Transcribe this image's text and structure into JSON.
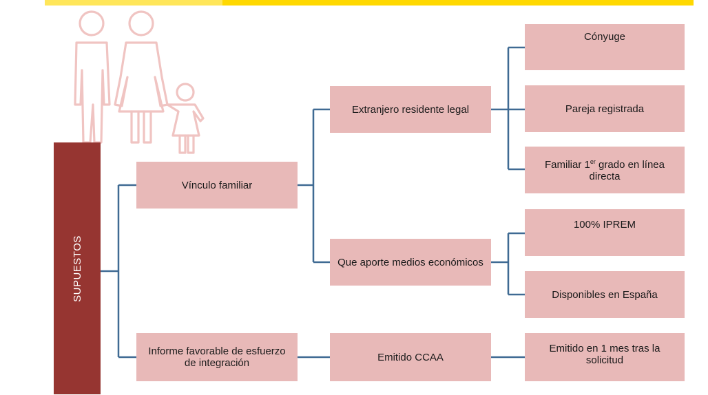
{
  "side_label": "SUPUESTOS",
  "nodes": {
    "vinculo": "Vínculo familiar",
    "informe": "Informe favorable de esfuerzo de integración",
    "extranjero": "Extranjero residente legal",
    "medios": "Que aporte medios económicos",
    "emitido_ccaa": "Emitido CCAA",
    "conyuge": "Cónyuge",
    "pareja": "Pareja registrada",
    "familiar_pre": "Familiar 1",
    "familiar_sup": "er",
    "familiar_post": " grado en línea directa",
    "iprem": "100% IPREM",
    "disponibles": "Disponibles en España",
    "emitido_mes": "Emitido en 1 mes tras la solicitud"
  },
  "colors": {
    "accent_bar": "#ffd800",
    "side_bar": "#963531",
    "box_fill": "#e8b9b8",
    "connector": "#3f6a93",
    "illustration": "#f0c4c2"
  },
  "icons": [
    "family-illustration-icon"
  ]
}
